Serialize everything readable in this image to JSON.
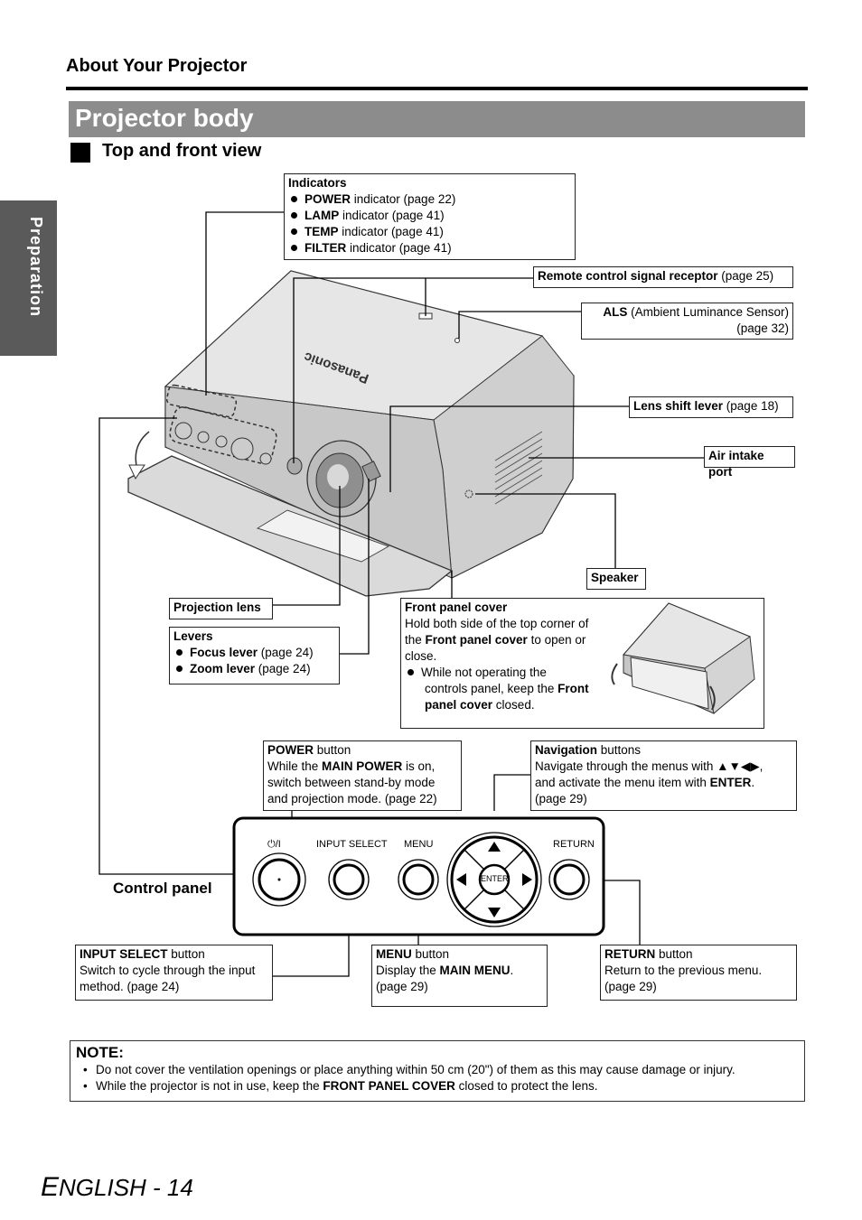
{
  "section": "About Your Projector",
  "page_title": "Projector body",
  "sub_title": "Top and front view",
  "side_tab": "Preparation",
  "indicators": {
    "heading": "Indicators",
    "items": [
      {
        "bold": "POWER",
        "rest": " indicator (page 22)"
      },
      {
        "bold": "LAMP",
        "rest": " indicator (page 41)"
      },
      {
        "bold": "TEMP",
        "rest": " indicator (page 41)"
      },
      {
        "bold": "FILTER",
        "rest": " indicator (page 41)"
      }
    ]
  },
  "remote": {
    "bold": "Remote control signal receptor",
    "rest": " (page 25)"
  },
  "als": {
    "bold": "ALS",
    "rest": " (Ambient Luminance Sensor)",
    "line2": "(page 32)"
  },
  "lens_shift": {
    "bold": "Lens shift lever",
    "rest": " (page 18)"
  },
  "air_intake": "Air intake port",
  "speaker": "Speaker",
  "projection_lens": "Projection lens",
  "levers": {
    "heading": "Levers",
    "items": [
      {
        "bold": "Focus lever",
        "rest": " (page 24)"
      },
      {
        "bold": "Zoom lever",
        "rest": " (page 24)"
      }
    ]
  },
  "front_panel": {
    "heading": "Front panel cover",
    "l1": "Hold both side of the top corner of",
    "l2a": "the ",
    "l2b": "Front panel cover",
    "l2c": " to open or",
    "l3": "close.",
    "b1": "While not operating the",
    "b2a": "controls panel, keep the ",
    "b2b": "Front",
    "b3a": "panel cover",
    "b3b": " closed."
  },
  "power_btn": {
    "h1": "POWER",
    "h2": " button",
    "l1a": "While the ",
    "l1b": "MAIN POWER",
    "l1c": " is on,",
    "l2": "switch between stand-by mode",
    "l3": "and projection mode. (page 22)"
  },
  "navigation": {
    "h1": "Navigation",
    "h2": " buttons",
    "l1": "Navigate through the menus with ▲▼◀▶,",
    "l2a": "and activate the menu item with ",
    "l2b": "ENTER",
    "l2c": ".",
    "l3": "(page 29)"
  },
  "control_panel": {
    "label": "Control panel",
    "power_symbol": "⏻/I",
    "input_select": "INPUT SELECT",
    "menu": "MENU",
    "return": "RETURN",
    "enter": "ENTER"
  },
  "input_select": {
    "h1": "INPUT SELECT",
    "h2": " button",
    "l1": "Switch to cycle through the input",
    "l2": "method. (page 24)"
  },
  "menu_btn": {
    "h1": "MENU",
    "h2": " button",
    "l1a": "Display the ",
    "l1b": "MAIN MENU",
    "l1c": ".",
    "l2": "(page 29)"
  },
  "return_btn": {
    "h1": "RETURN",
    "h2": " button",
    "l1": "Return to the previous menu.",
    "l2": "(page 29)"
  },
  "note": {
    "title": "NOTE:",
    "i1": "Do not cover the ventilation openings or place anything within 50 cm (20\") of them as this may cause damage or injury.",
    "i2a": "While the projector is not in use, keep the ",
    "i2b": "FRONT PANEL COVER",
    "i2c": " closed to protect the lens."
  },
  "footer": {
    "e": "E",
    "rest": "NGLISH - 14"
  },
  "brand": "Panasonic"
}
